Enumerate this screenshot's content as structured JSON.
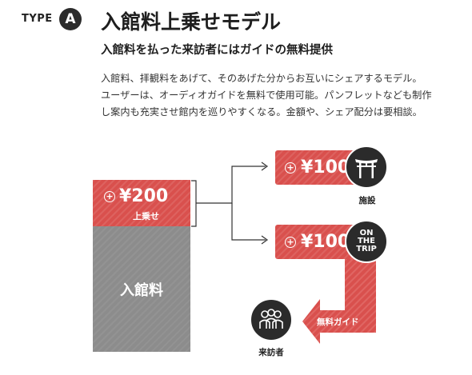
{
  "header": {
    "type_label": "TYPE",
    "type_letter": "A",
    "title": "入館料上乗せモデル",
    "subtitle": "入館料を払った来訪者にはガイドの無料提供"
  },
  "description": [
    "入館料、拝観料をあげて、そのあげた分からお互いにシェアするモデル。",
    "ユーザーは、オーディオガイドを無料で使用可能。パンフレットなども制作",
    "し案内も充実させ館内を巡りやすくなる。金額や、シェア配分は要相談。"
  ],
  "diagram": {
    "base_label": "入館料",
    "surcharge": {
      "amount": "¥200",
      "label": "上乗せ"
    },
    "facility": {
      "amount": "¥100",
      "label": "施設"
    },
    "ontrip": {
      "amount": "¥100",
      "logo_lines": [
        "ON",
        "THE",
        "TRIP"
      ]
    },
    "visitor": {
      "label": "来訪者"
    },
    "guide_label": "無料ガイド",
    "plus_symbol": "+"
  },
  "colors": {
    "accent_red": "#d9504d",
    "dark": "#2b2b2b",
    "gray": "#8c8c8c"
  },
  "icons": [
    "torii-gate-icon",
    "on-the-trip-logo-icon",
    "visitors-group-icon",
    "plus-circle-icon"
  ]
}
